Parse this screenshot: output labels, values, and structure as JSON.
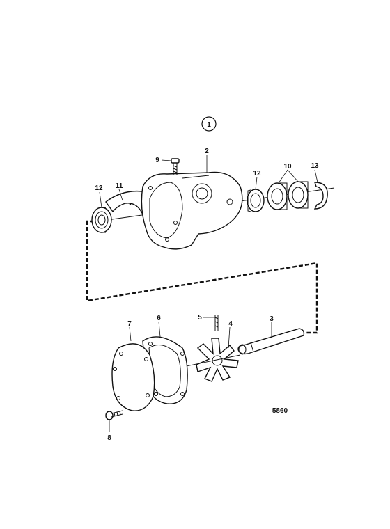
{
  "diagram": {
    "group_number": "1",
    "drawing_number": "5860",
    "part_labels": {
      "housing": "2",
      "shaft": "3",
      "impeller": "4",
      "impeller_screw": "5",
      "gasket": "6",
      "cover": "7",
      "cover_screw": "8",
      "housing_screw": "9",
      "ball_bearings": "10",
      "cam": "11",
      "seal_ring_left": "12",
      "seal_ring_right": "12",
      "circlip": "13"
    }
  }
}
